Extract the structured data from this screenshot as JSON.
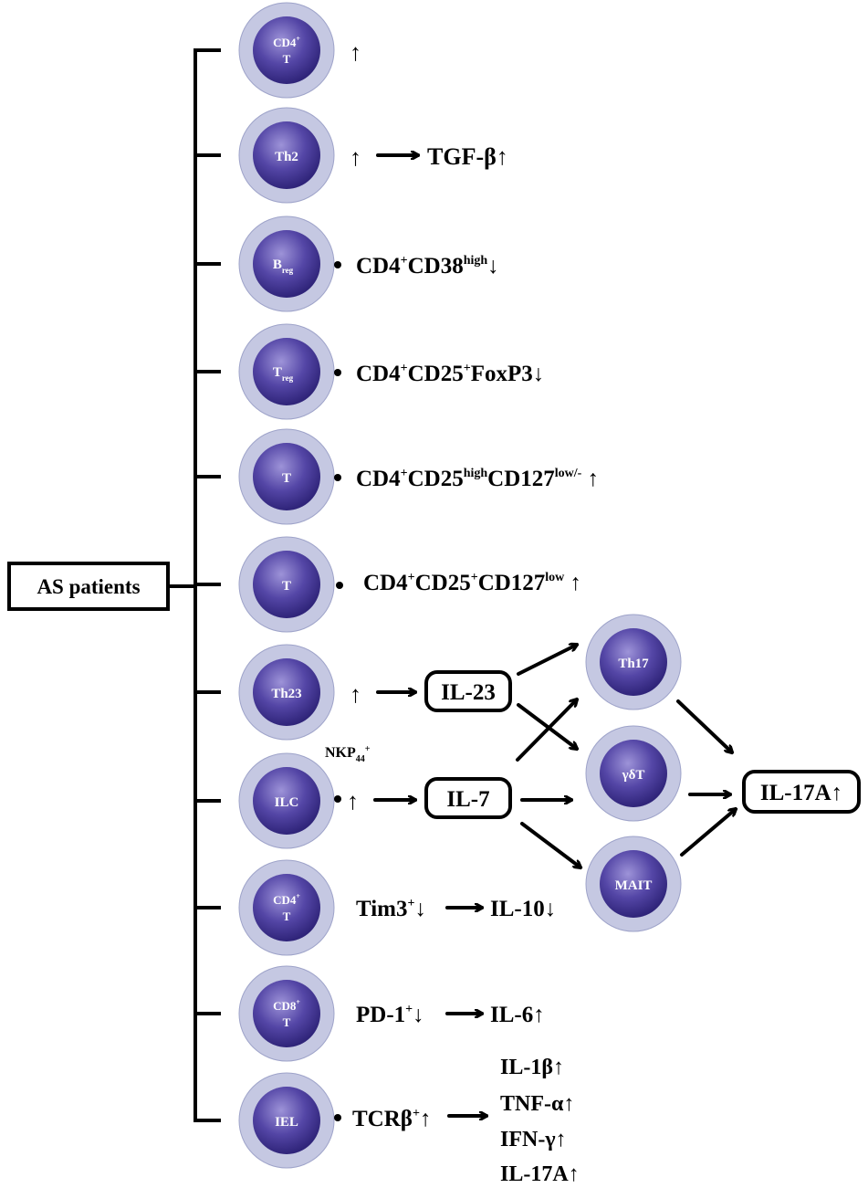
{
  "root": {
    "label": "AS patients"
  },
  "cells": {
    "cd4t": {
      "line1": "CD4",
      "sup": "+",
      "line2": "T"
    },
    "th2": {
      "label": "Th2"
    },
    "breg": {
      "main": "B",
      "sub": "reg"
    },
    "treg": {
      "main": "T",
      "sub": "reg"
    },
    "t1": {
      "label": "T"
    },
    "t2": {
      "label": "T"
    },
    "th23": {
      "label": "Th23"
    },
    "ilc": {
      "label": "ILC"
    },
    "cd4t2": {
      "line1": "CD4",
      "sup": "+",
      "line2": "T"
    },
    "cd8t": {
      "line1": "CD8",
      "sup": "+",
      "line2": "T"
    },
    "iel": {
      "label": "IEL"
    },
    "th17": {
      "label": "Th17"
    },
    "gdt": {
      "label": "γδT"
    },
    "mait": {
      "label": "MAIT"
    }
  },
  "rows": {
    "cd4t": {
      "change": "↑"
    },
    "th2": {
      "change": "↑",
      "result": "TGF-β↑"
    },
    "breg": {
      "m1": "CD4",
      "s1": "+",
      "m2": "CD38",
      "s2": "high",
      "end": "↓"
    },
    "treg": {
      "m1": "CD4",
      "s1": "+",
      "m2": "CD25",
      "s2": "+",
      "m3": "FoxP3↓"
    },
    "t1": {
      "m1": "CD4",
      "s1": "+",
      "m2": "CD25",
      "s2": "high",
      "m3": "CD127",
      "s3": "low/-",
      "end": " ↑"
    },
    "t2": {
      "m1": "CD4",
      "s1": "+",
      "m2": "CD25",
      "s2": "+",
      "m3": "CD127",
      "s3": "low",
      "end": " ↑"
    },
    "th23": {
      "change": "↑",
      "box": "IL-23"
    },
    "ilc": {
      "m1": "NKP",
      "s1": "44",
      "s2": "+",
      "change": "↑",
      "box": "IL-7"
    },
    "cd4t2": {
      "m1": "Tim3",
      "s1": "+",
      "end": "↓",
      "result": "IL-10↓"
    },
    "cd8t": {
      "m1": "PD-1",
      "s1": "+",
      "end": "↓",
      "result": "IL-6↑"
    },
    "iel": {
      "m1": "TCRβ",
      "s1": "+",
      "end": "↑",
      "results": [
        "IL-1β↑",
        "TNF-α↑",
        "IFN-γ↑",
        "IL-17A↑"
      ]
    }
  },
  "output": {
    "label": "IL-17A↑"
  },
  "colors": {
    "cell_outer": "#c5c8e2",
    "cell_inner": "#4a3c96",
    "cell_highlight": "#8f84cf",
    "line": "#000000"
  }
}
